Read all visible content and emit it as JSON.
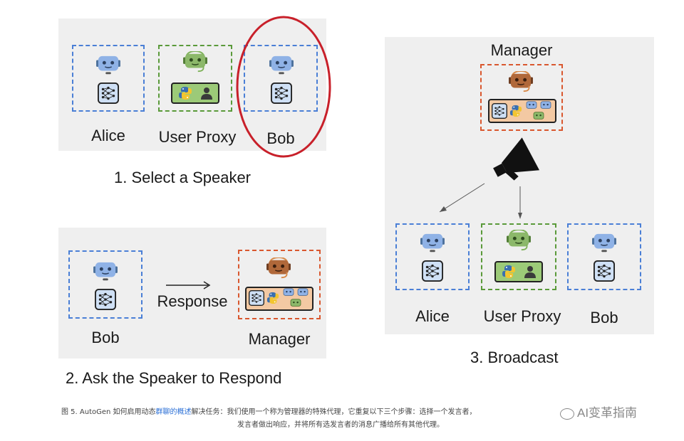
{
  "step1": {
    "title": "1. Select a Speaker",
    "agents": [
      "Alice",
      "User Proxy",
      "Bob"
    ]
  },
  "step2": {
    "title": "2. Ask the Speaker to Respond",
    "speaker": "Bob",
    "arrow_label": "Response",
    "target": "Manager"
  },
  "step3": {
    "title": "3. Broadcast",
    "manager": "Manager",
    "agents": [
      "Alice",
      "User Proxy",
      "Bob"
    ]
  },
  "caption": {
    "prefix": "图 5. AutoGen 如何启用动态",
    "link": "群聊的概述",
    "line1_rest": "解决任务：我们使用一个称为管理器的特殊代理，它重复以下三个步骤：选择一个发言者，",
    "line2": "发言者做出响应，并将所有选发言者的消息广播给所有其他代理。"
  },
  "watermark": "AI变革指南",
  "colors": {
    "agent_border": "#4a7fd6",
    "user_proxy_border": "#5a9a3a",
    "manager_border": "#d9572e",
    "selection_ring": "#c8202a",
    "panel_bg": "#efefef"
  }
}
